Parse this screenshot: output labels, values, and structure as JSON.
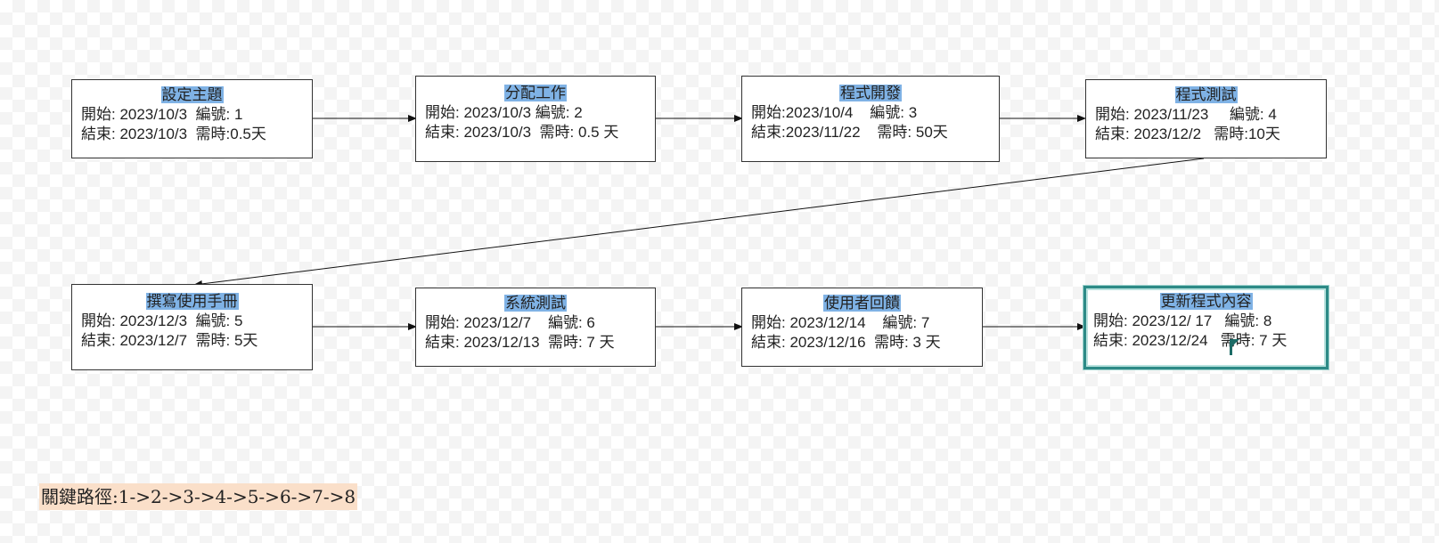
{
  "tasks": [
    {
      "title": "設定主題",
      "start": "開始: 2023/10/3  編號: 1",
      "end": "結束: 2023/10/3  需時:0.5天"
    },
    {
      "title": "分配工作",
      "start": "開始: 2023/10/3 編號: 2",
      "end": "結束: 2023/10/3  需時: 0.5 天"
    },
    {
      "title": "程式開發",
      "start": "開始:2023/10/4    編號: 3",
      "end": "結束:2023/11/22    需時: 50天"
    },
    {
      "title": "程式測試",
      "start": "開始: 2023/11/23     編號: 4",
      "end": "結束: 2023/12/2   需時:10天"
    },
    {
      "title": "撰寫使用手冊",
      "start": "開始: 2023/12/3  編號: 5",
      "end": "結束: 2023/12/7  需時: 5天"
    },
    {
      "title": "系統測試",
      "start": "開始: 2023/12/7    編號: 6",
      "end": "結束: 2023/12/13  需時: 7 天"
    },
    {
      "title": "使用者回饋",
      "start": "開始: 2023/12/14    編號: 7",
      "end": "結束: 2023/12/16  需時: 3 天"
    },
    {
      "title": "更新程式內容",
      "start": "開始: 2023/12/ 17   編號: 8",
      "end": "結束: 2023/12/24   需時: 7 天"
    }
  ],
  "critical_path": "關鍵路徑:1->2->3->4->5->6->7->8",
  "colors": {
    "title_highlight": "#7fb2e5",
    "selected_border": "#2d8a86",
    "critical_path_bg": "#fadfc9"
  }
}
